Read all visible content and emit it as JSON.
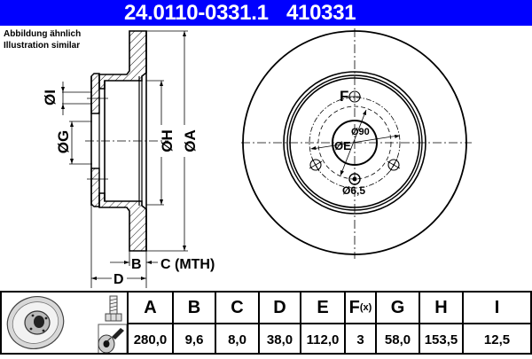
{
  "header": {
    "part_number": "24.0110-0331.1",
    "reference_number": "410331",
    "background_color": "#0000ff"
  },
  "note": {
    "line1": "Abbildung ähnlich",
    "line2": "Illustration similar"
  },
  "cross_section": {
    "labels": {
      "dia_I": "ØI",
      "dia_G": "ØG",
      "dia_H": "ØH",
      "dia_A": "ØA",
      "B": "B",
      "C": "C (MTH)",
      "D": "D"
    }
  },
  "front_view": {
    "labels": {
      "F": "F",
      "pcd": "Ø90",
      "dia_E": "ØE",
      "hole": "Ø6,5"
    }
  },
  "table": {
    "icons": [
      "brake-disc-icon",
      "bolt-icon",
      "grease-application-icon"
    ],
    "columns": [
      {
        "key": "A",
        "label": "A",
        "sub": "",
        "value": "280,0"
      },
      {
        "key": "B",
        "label": "B",
        "sub": "",
        "value": "9,6"
      },
      {
        "key": "C",
        "label": "C",
        "sub": "",
        "value": "8,0"
      },
      {
        "key": "D",
        "label": "D",
        "sub": "",
        "value": "38,0"
      },
      {
        "key": "E",
        "label": "E",
        "sub": "",
        "value": "112,0"
      },
      {
        "key": "F",
        "label": "F",
        "sub": "(x)",
        "value": "3"
      },
      {
        "key": "G",
        "label": "G",
        "sub": "",
        "value": "58,0"
      },
      {
        "key": "H",
        "label": "H",
        "sub": "",
        "value": "153,5"
      },
      {
        "key": "I",
        "label": "I",
        "sub": "",
        "value": "12,5"
      }
    ]
  }
}
